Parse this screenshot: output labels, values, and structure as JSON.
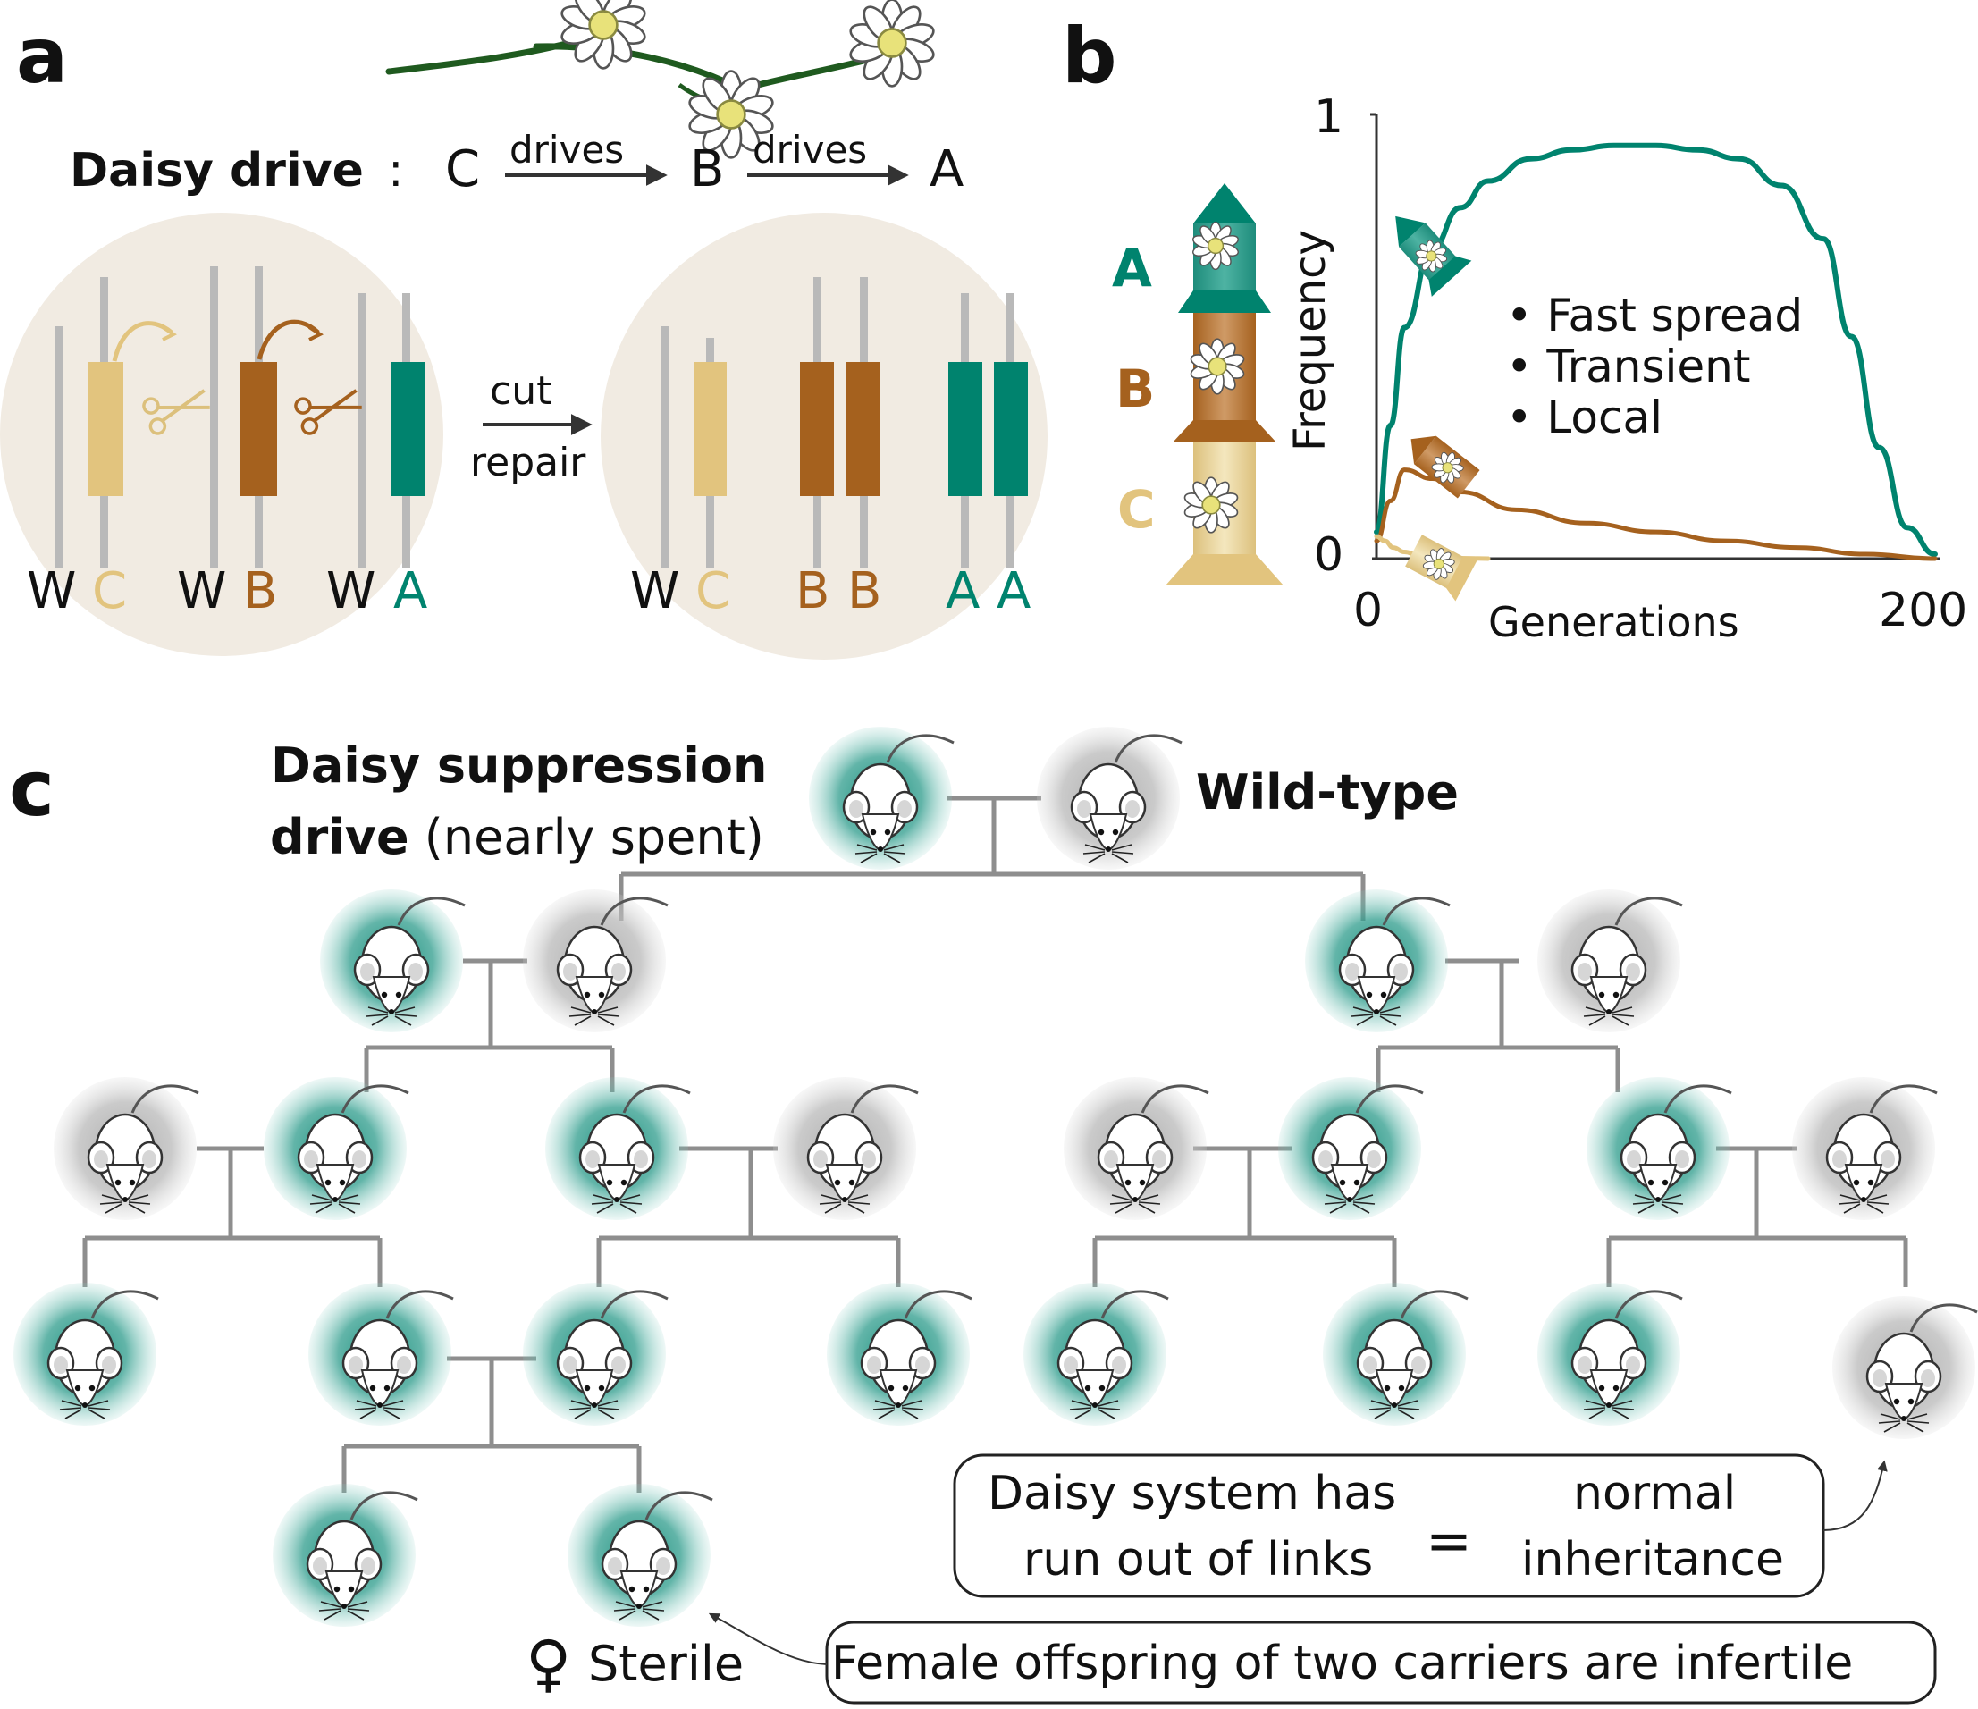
{
  "colors": {
    "teal": "#00836E",
    "brown": "#A5611E",
    "tan": "#E2C47E",
    "wild_gray": "#B7B7B7",
    "cell_bg": "#F1EBE2",
    "line_gray": "#8E8E8E"
  },
  "panel_a": {
    "label": "a",
    "title": "Daisy drive",
    "title_colon": ":",
    "chain": {
      "c": "C",
      "b": "B",
      "a": "A",
      "arrow1": "drives",
      "arrow2": "drives"
    },
    "before_labels": {
      "w1": "W",
      "c": "C",
      "w2": "W",
      "b": "B",
      "w3": "W",
      "a": "A"
    },
    "after_labels": {
      "w": "W",
      "c": "C",
      "b1": "B",
      "b2": "B",
      "a1": "A",
      "a2": "A"
    },
    "process": {
      "top": "cut",
      "bottom": "repair"
    }
  },
  "panel_b": {
    "label": "b",
    "rocket_labels": {
      "a": "A",
      "b": "B",
      "c": "C"
    },
    "bullets": [
      "• Fast spread",
      "• Transient",
      "• Local"
    ],
    "chart_data": {
      "type": "line",
      "xlabel": "Generations",
      "ylabel": "Frequency",
      "x_ticks": [
        "0",
        "200"
      ],
      "y_ticks": [
        "0",
        "1"
      ],
      "xlim": [
        0,
        200
      ],
      "ylim": [
        0,
        1
      ],
      "series": [
        {
          "color": "#00836E",
          "x": [
            0,
            5,
            10,
            20,
            30,
            40,
            55,
            70,
            85,
            100,
            115,
            130,
            145,
            160,
            170,
            180,
            190,
            200
          ],
          "y": [
            0.06,
            0.3,
            0.52,
            0.7,
            0.79,
            0.85,
            0.9,
            0.92,
            0.93,
            0.93,
            0.92,
            0.9,
            0.84,
            0.72,
            0.5,
            0.25,
            0.07,
            0.01
          ]
        },
        {
          "color": "#A5611E",
          "x": [
            0,
            5,
            10,
            20,
            30,
            50,
            75,
            100,
            125,
            150,
            175,
            200
          ],
          "y": [
            0.04,
            0.13,
            0.2,
            0.18,
            0.15,
            0.11,
            0.08,
            0.06,
            0.04,
            0.025,
            0.01,
            0.0
          ]
        },
        {
          "color": "#E2C47E",
          "x": [
            0,
            3,
            6,
            10,
            15,
            20,
            30,
            40
          ],
          "y": [
            0.05,
            0.04,
            0.025,
            0.015,
            0.008,
            0.004,
            0.001,
            0.0
          ]
        }
      ]
    }
  },
  "panel_c": {
    "label": "c",
    "drive_title_bold1": "Daisy suppression",
    "drive_title_bold2": "drive",
    "drive_title_rest": " (nearly spent)",
    "wild_type": "Wild-type",
    "box1_left1": "Daisy system has",
    "box1_left2": "run out of links",
    "box1_eq": "=",
    "box1_right1": "normal",
    "box1_right2": "inheritance",
    "box2": "Female offspring of two carriers are infertile",
    "sterile_symbol": "♀",
    "sterile": "Sterile"
  }
}
